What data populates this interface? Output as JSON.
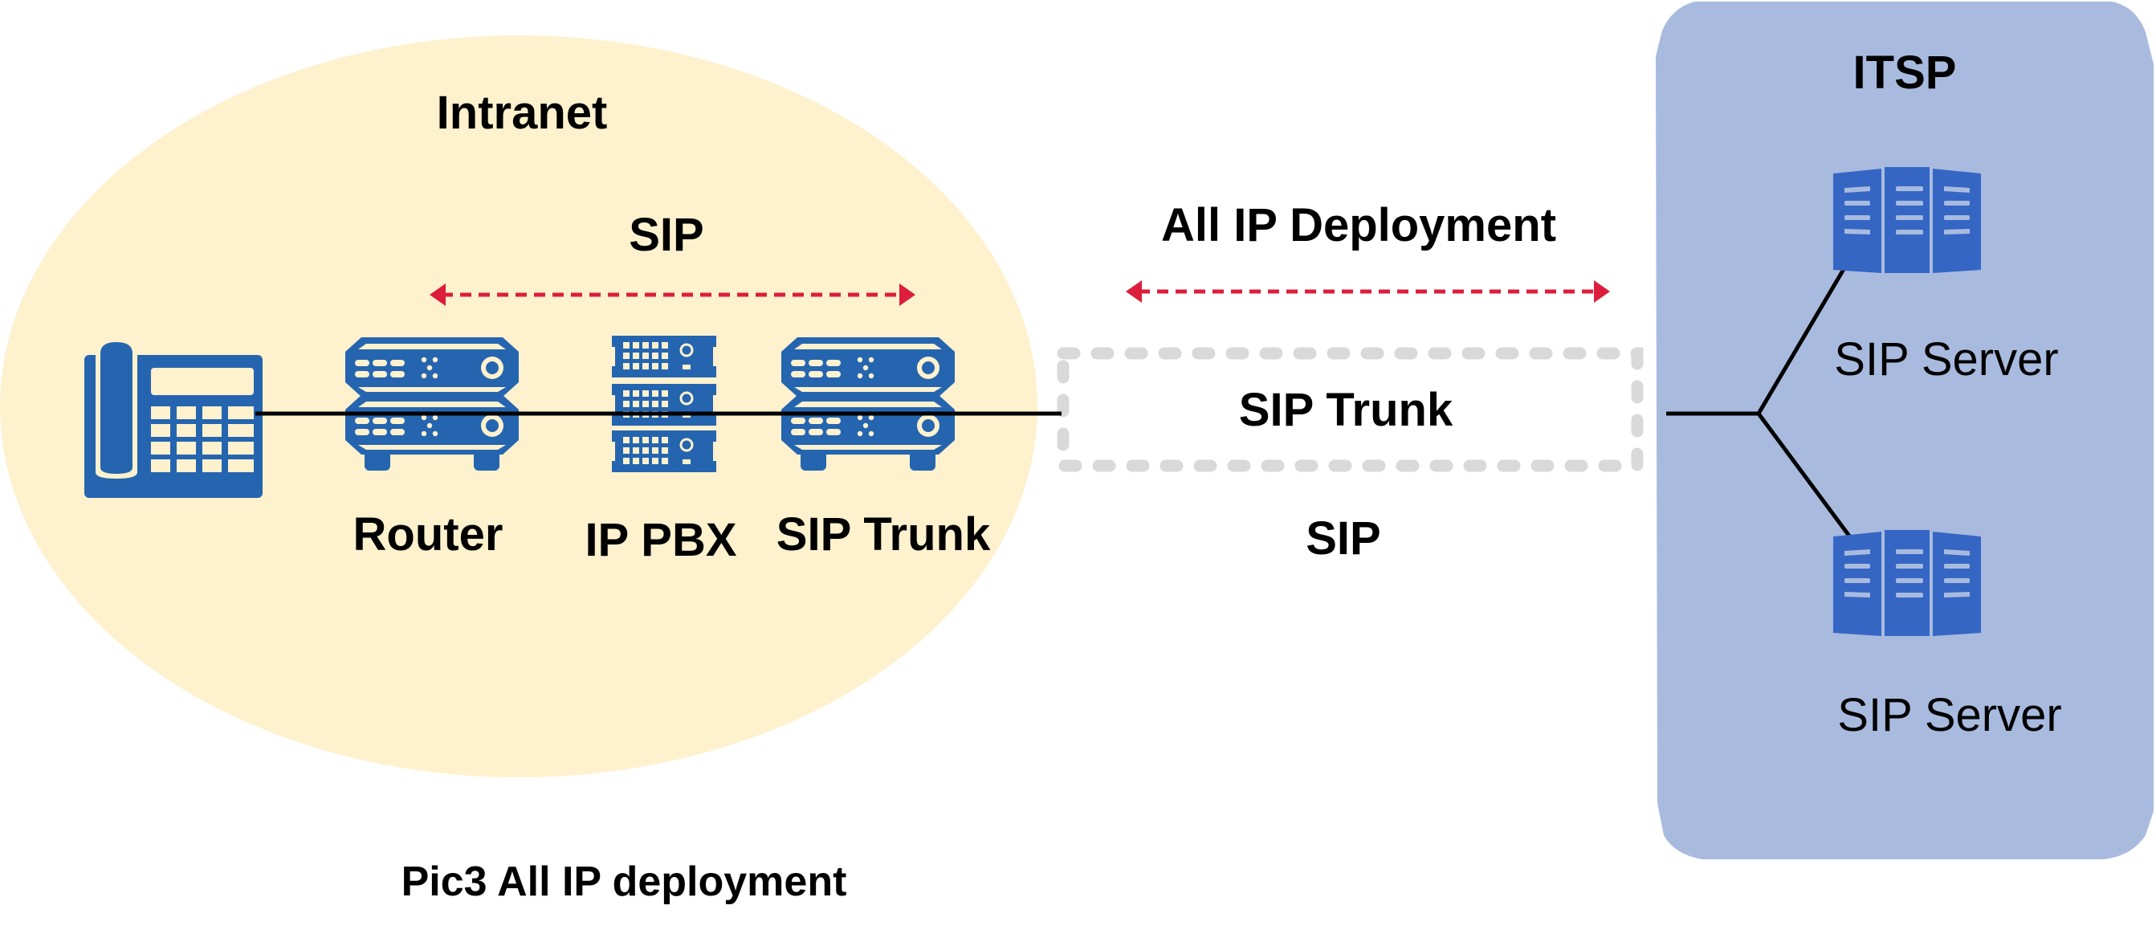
{
  "diagram": {
    "caption": "Pic3 All IP deployment",
    "colors": {
      "intranet_fill": "#FEF1CE",
      "itsp_fill": "#A8BBDF",
      "device_blue": "#2565B0",
      "server_blue": "#3666C4",
      "arrow_red": "#DC1E3C",
      "trunk_dash_gray": "#D9D9D9",
      "line_black": "#000000"
    },
    "intranet": {
      "label": "Intranet",
      "protocol_label": "SIP",
      "devices": [
        {
          "id": "ip-phone",
          "label": ""
        },
        {
          "id": "router",
          "label": "Router"
        },
        {
          "id": "ip-pbx",
          "label": "IP PBX"
        },
        {
          "id": "sip-trunk-device",
          "label": "SIP Trunk"
        }
      ]
    },
    "link": {
      "title": "All IP Deployment",
      "trunk_label": "SIP Trunk",
      "protocol_label": "SIP"
    },
    "itsp": {
      "label": "ITSP",
      "servers": [
        {
          "id": "sip-server-1",
          "label": "SIP Server"
        },
        {
          "id": "sip-server-2",
          "label": "SIP Server"
        }
      ]
    }
  }
}
